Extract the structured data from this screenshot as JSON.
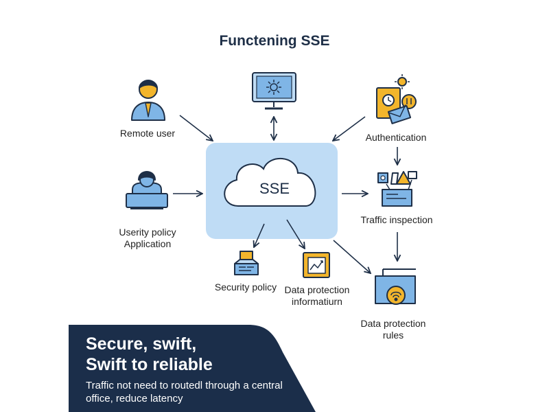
{
  "title": "Functening SSE",
  "hub": {
    "label": "SSE"
  },
  "nodes": {
    "remote_user": "Remote user",
    "uservity_line1": "Userity policy",
    "uservity_line2": "Application",
    "security_policy": "Security policy",
    "data_protection_info_line1": "Data protection",
    "data_protection_info_line2": "informatiurn",
    "authentication": "Authentication",
    "traffic_inspection": "Traffic inspection",
    "data_protection_rules_line1": "Data protection",
    "data_protection_rules_line2": "rules"
  },
  "banner": {
    "heading_line1": "Secure, swift,",
    "heading_line2": "Swift to reliable",
    "body": "Traffic not need to routedl through a central office, reduce latency"
  },
  "colors": {
    "navy": "#1e2f47",
    "banner": "#1b2e4a",
    "hub_fill": "#bfdcf5",
    "icon_blue": "#7fb5e6",
    "icon_yellow": "#f2b52c"
  }
}
